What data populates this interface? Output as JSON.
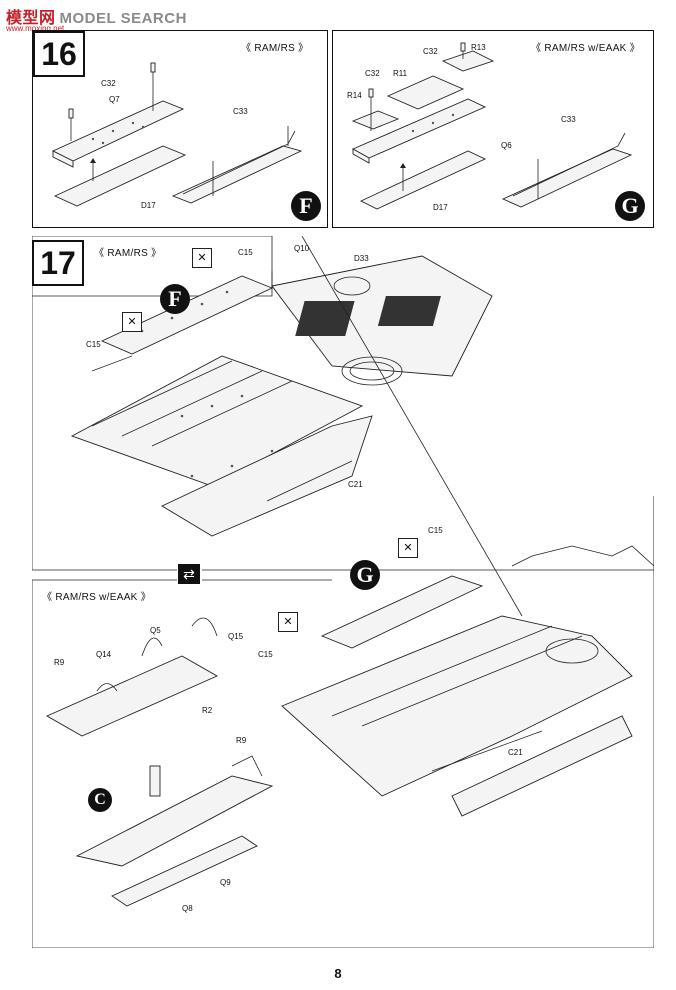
{
  "watermark": {
    "brand": "MODEL SEARCH",
    "cn": "模型网",
    "site": "www.moxing.net"
  },
  "page_number": "8",
  "step16": {
    "number": "16",
    "left": {
      "variant": "《 RAM/RS 》",
      "callout": "F",
      "parts": [
        "C32",
        "Q7",
        "C33",
        "D17"
      ]
    },
    "right": {
      "variant": "《 RAM/RS w/EAAK 》",
      "callout": "G",
      "parts": [
        "C32",
        "R13",
        "C32",
        "R11",
        "R14",
        "Q6",
        "C33",
        "D17"
      ]
    }
  },
  "step17": {
    "number": "17",
    "top": {
      "variant": "《 RAM/RS 》",
      "callout": "F",
      "parts": [
        "C15",
        "Q10",
        "D33",
        "C15",
        "C21"
      ]
    },
    "bottom": {
      "variant": "《 RAM/RS w/EAAK 》",
      "callout_g": "G",
      "callout_c": "C",
      "parts": [
        "C15",
        "C15",
        "C21",
        "Q5",
        "Q15",
        "R9",
        "Q14",
        "R2",
        "R9",
        "Q9",
        "Q8"
      ]
    }
  },
  "icons": {
    "glue": "cement-icon",
    "swap": "alternative-arrow-icon"
  }
}
